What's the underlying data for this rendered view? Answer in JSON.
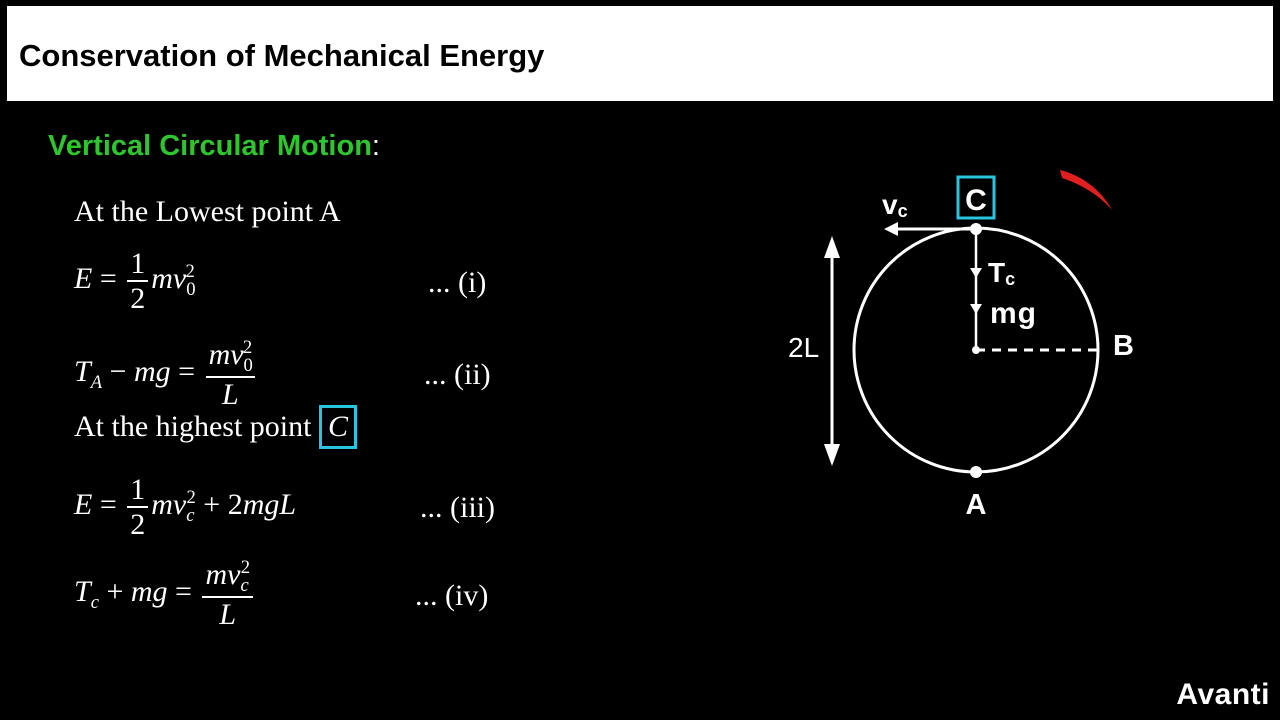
{
  "header": {
    "title": "Conservation of Mechanical Energy"
  },
  "subtitle": {
    "green": "Vertical Circular Motion",
    "suffix": ":"
  },
  "left": {
    "lowest_label": "At the Lowest point A",
    "highest_label": "At the highest point",
    "highest_point_letter": "C",
    "tags": [
      "... (i)",
      "... (ii)",
      "... (iii)",
      "... (iv)"
    ]
  },
  "diagram": {
    "point_top": "C",
    "point_bottom": "A",
    "point_right": "B",
    "velocity_label": "v",
    "velocity_sub": "c",
    "tension_label": "T",
    "tension_sub": "c",
    "weight_label": "mg",
    "height_label": "2L"
  },
  "brand": {
    "logo": "Avanti"
  },
  "colors": {
    "accent_green": "#2ec52e",
    "highlight_box": "#29c4e0",
    "background": "#000000",
    "header_bg": "#ffffff",
    "pointer": "#e02020"
  }
}
